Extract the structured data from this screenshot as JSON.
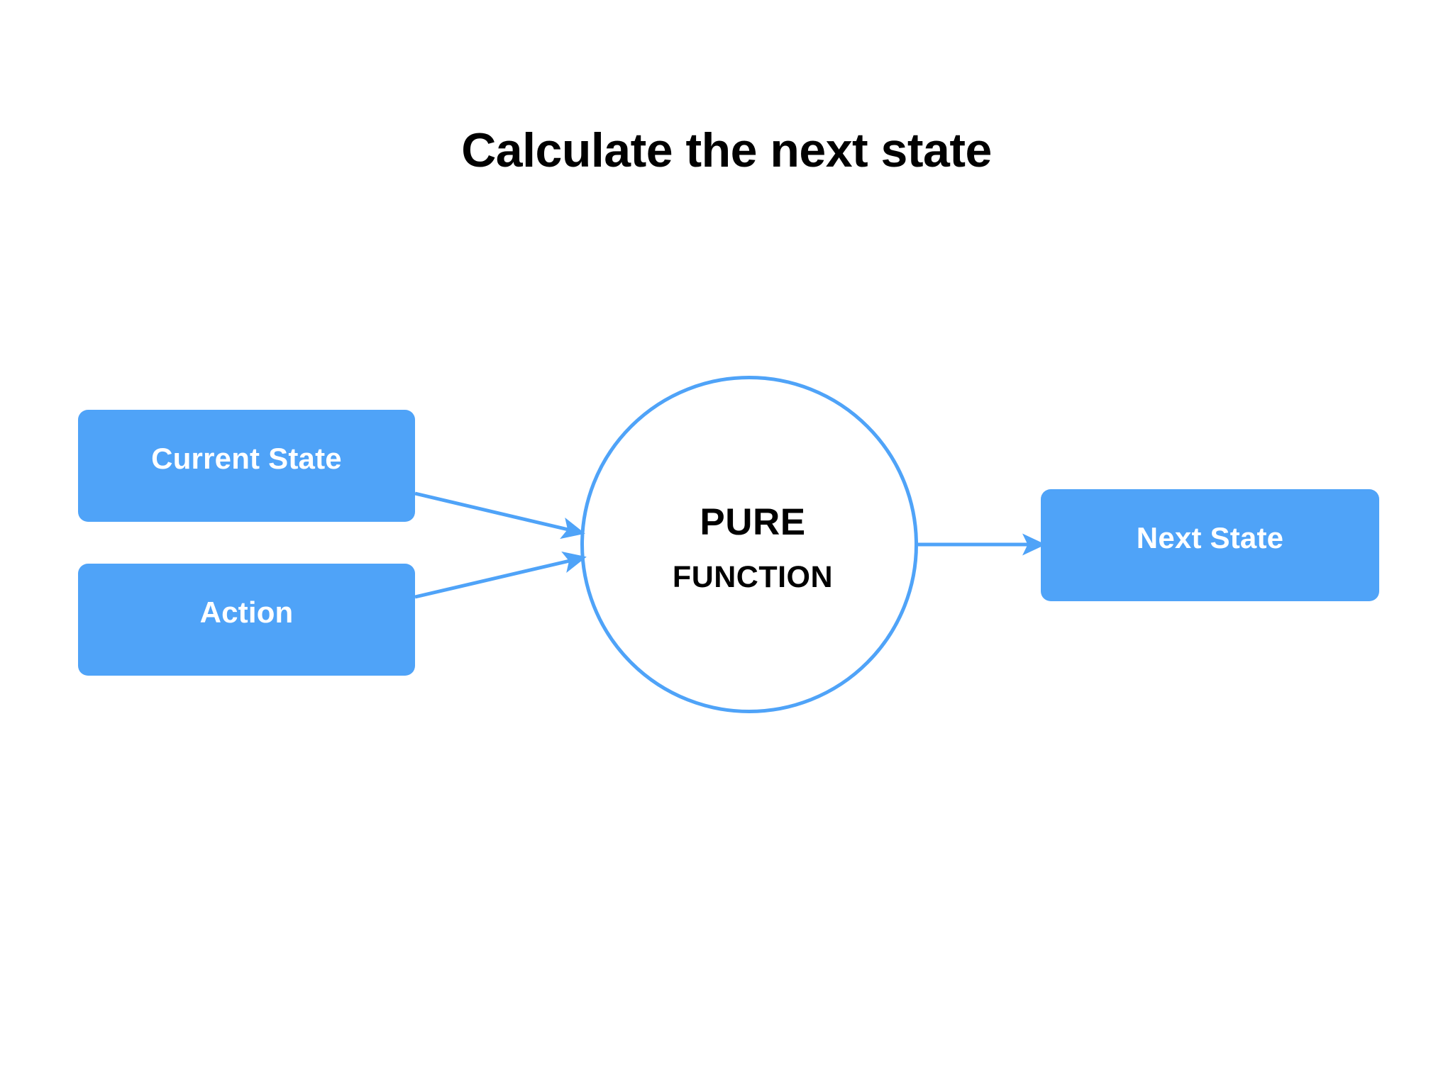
{
  "slide": {
    "title": "Calculate the next state",
    "background_color": "#ffffff",
    "accent_color": "#4FA3F8",
    "text_color": "#010101"
  },
  "nodes": {
    "current_state": {
      "label": "Current State",
      "shape": "rounded-rectangle",
      "fill": "#4FA3F8",
      "text_color": "#ffffff"
    },
    "action": {
      "label": "Action",
      "shape": "rounded-rectangle",
      "fill": "#4FA3F8",
      "text_color": "#ffffff"
    },
    "pure_function": {
      "label_primary": "PURE",
      "label_secondary": "FUNCTION",
      "shape": "circle",
      "fill": "none",
      "stroke": "#4FA3F8",
      "text_color": "#010101"
    },
    "next_state": {
      "label": "Next State",
      "shape": "rounded-rectangle",
      "fill": "#4FA3F8",
      "text_color": "#ffffff"
    }
  },
  "connectors": [
    {
      "name": "current-state-to-pure-function",
      "from": "current_state",
      "to": "pure_function",
      "style": "arrow",
      "color": "#4FA3F8"
    },
    {
      "name": "action-to-pure-function",
      "from": "action",
      "to": "pure_function",
      "style": "arrow",
      "color": "#4FA3F8"
    },
    {
      "name": "pure-function-to-next-state",
      "from": "pure_function",
      "to": "next_state",
      "style": "arrow",
      "color": "#4FA3F8"
    }
  ]
}
